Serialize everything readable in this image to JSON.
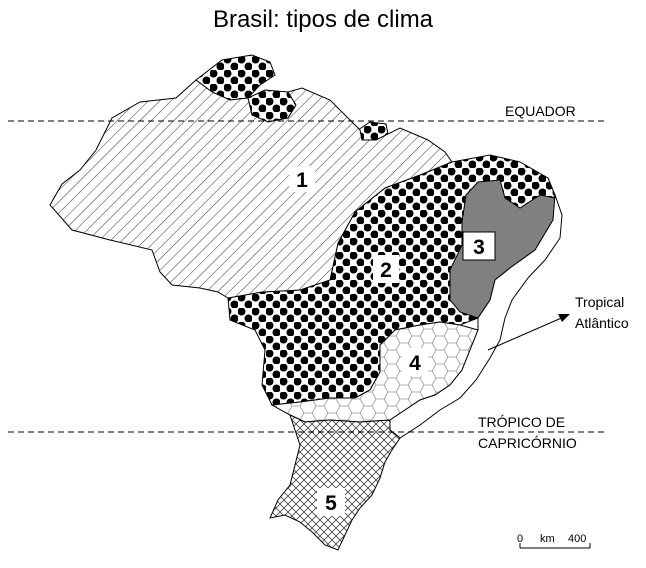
{
  "title": "Brasil: tipos de clima",
  "lines": {
    "equator": "EQUADOR",
    "tropic_line1": "TRÓPICO DE",
    "tropic_line2": "CAPRICÓRNIO"
  },
  "regions": {
    "r1": "1",
    "r2": "2",
    "r3": "3",
    "r4": "4",
    "r5": "5"
  },
  "callout": {
    "line1": "Tropical",
    "line2": "Atlântico"
  },
  "scale": {
    "start": "0",
    "unit": "km",
    "end": "400"
  },
  "colors": {
    "outline": "#000000",
    "semiarid": "#808080",
    "background": "#ffffff"
  }
}
